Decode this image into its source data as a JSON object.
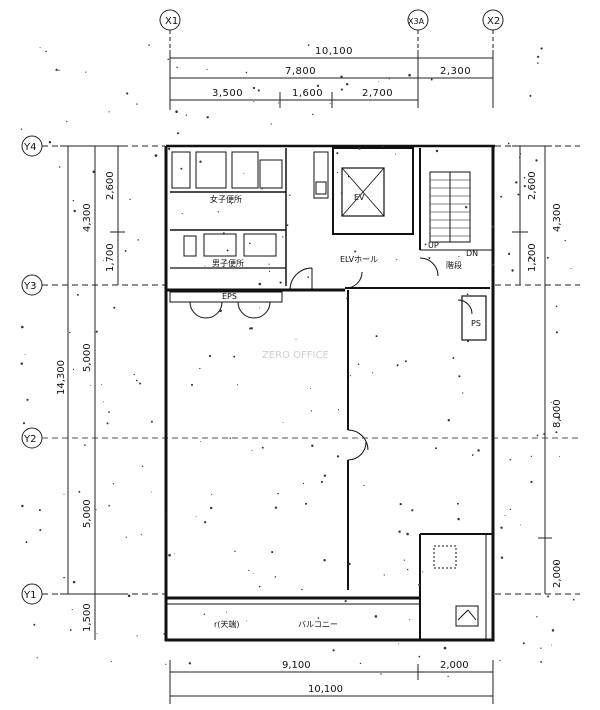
{
  "grid": {
    "x_axes": [
      "X1",
      "X3A",
      "X2"
    ],
    "y_axes": [
      "Y4",
      "Y3",
      "Y2",
      "Y1"
    ]
  },
  "dimensions": {
    "top_total": "10,100",
    "top_a": "7,800",
    "top_b": "2,300",
    "top_c1": "3,500",
    "top_c2": "1,600",
    "top_c3": "2,700",
    "left_total": "14,300",
    "left_upper": "4,300",
    "left_u1": "2,600",
    "left_u2": "1,700",
    "left_mid": "5,000",
    "left_low": "5,000",
    "left_bottom": "1,500",
    "right_upper": "4,300",
    "right_u1": "2,600",
    "right_u2": "1,200",
    "right_mid": "8,000",
    "right_low": "2,000",
    "bottom_a": "9,100",
    "bottom_b": "2,000",
    "bottom_total": "10,100"
  },
  "rooms": {
    "womens_wc": "女子便所",
    "mens_wc": "男子便所",
    "ev": "EV",
    "ev_hall": "ELVホール",
    "stairs": "階段",
    "up": "UP",
    "dn": "DN",
    "eps": "EPS",
    "ps": "PS",
    "balcony": "バルコニー",
    "balcony_note": "r(天端)"
  },
  "watermark": "ZERO OFFICE"
}
